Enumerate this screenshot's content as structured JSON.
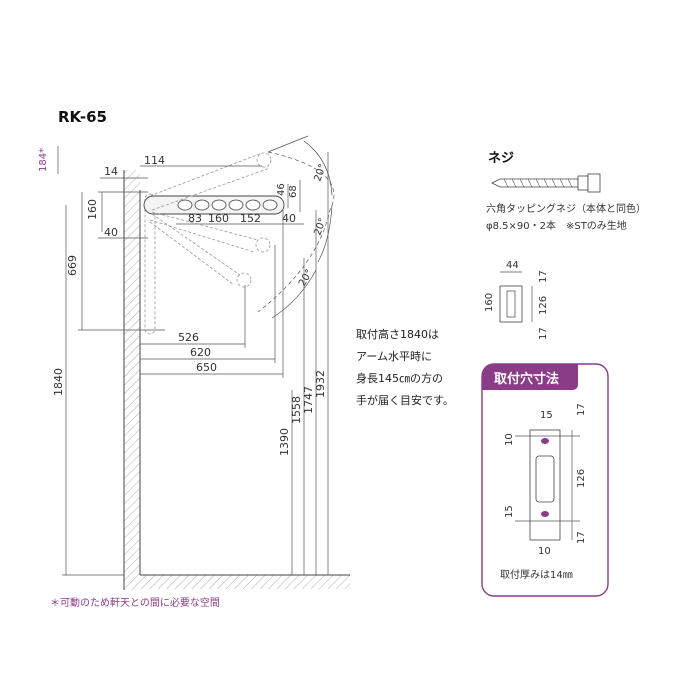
{
  "model": "RK-65",
  "clearance_mark": "184*",
  "footnote": "＊可動のため軒天との間に必要な空間",
  "main_dims": {
    "d14": "14",
    "d114": "114",
    "d160": "160",
    "d40a": "40",
    "d669": "669",
    "d46": "46",
    "d68": "68",
    "d83": "83",
    "d160b": "160",
    "d152": "152",
    "d40b": "40",
    "d526": "526",
    "d620": "620",
    "d650": "650",
    "d1840": "1840",
    "d1390": "1390",
    "d1558": "1558",
    "d1747": "1747",
    "d1932": "1932",
    "angle1": "20°",
    "angle2": "20°",
    "angle3": "20°"
  },
  "install_note": [
    "取付高さ1840は",
    "アーム水平時に",
    "身長145㎝の方の",
    "手が届く目安です。"
  ],
  "screw": {
    "title": "ネジ",
    "desc1": "六角タッピングネジ（本体と同色）",
    "desc2": "φ8.5×90・2本　※STのみ生地"
  },
  "bracket": {
    "d44": "44",
    "d17a": "17",
    "d160": "160",
    "d126": "126",
    "d17b": "17"
  },
  "hole_box": {
    "title": "取付穴寸法",
    "d15a": "15",
    "d17a": "17",
    "d10a": "10",
    "d126": "126",
    "d15b": "15",
    "d17b": "17",
    "d10b": "10",
    "thickness": "取付厚みは14㎜"
  }
}
